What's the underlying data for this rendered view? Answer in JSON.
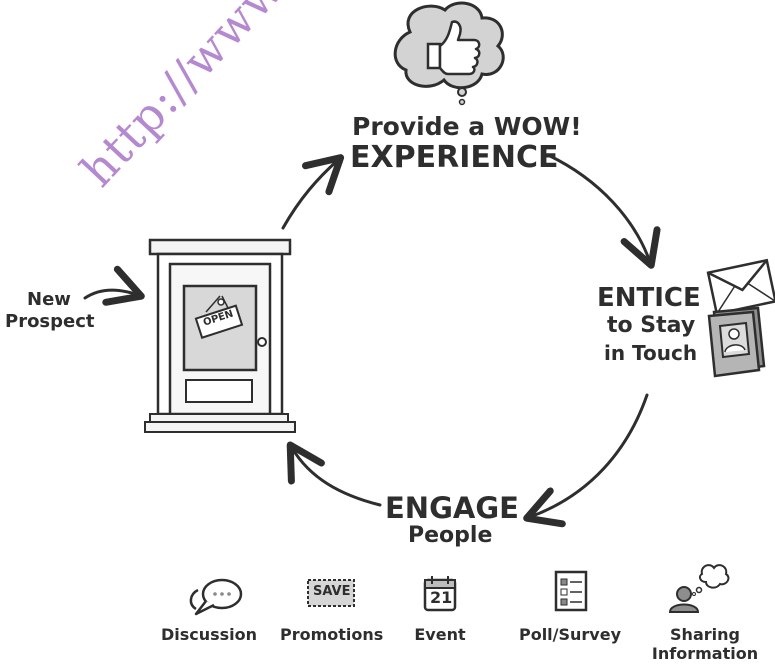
{
  "watermark": "http://www.pbc",
  "stages": {
    "wow": {
      "line1": "Provide a WOW!",
      "line2": "EXPERIENCE"
    },
    "entice": {
      "line1": "ENTICE",
      "line2": "to Stay",
      "line3": "in Touch"
    },
    "engage": {
      "line1": "ENGAGE",
      "line2": "People"
    }
  },
  "new_prospect": {
    "line1": "New",
    "line2": "Prospect"
  },
  "door_sign": "OPEN",
  "save_tag": "SAVE",
  "calendar_day": "21",
  "engagement_items": [
    {
      "label": "Discussion",
      "icon": "speech-bubble-icon"
    },
    {
      "label": "Promotions",
      "icon": "save-tag-icon"
    },
    {
      "label": "Event",
      "icon": "calendar-icon"
    },
    {
      "label": "Poll/Survey",
      "icon": "checklist-icon"
    },
    {
      "label_line1": "Sharing",
      "label_line2": "Information",
      "icon": "person-thought-icon"
    }
  ]
}
